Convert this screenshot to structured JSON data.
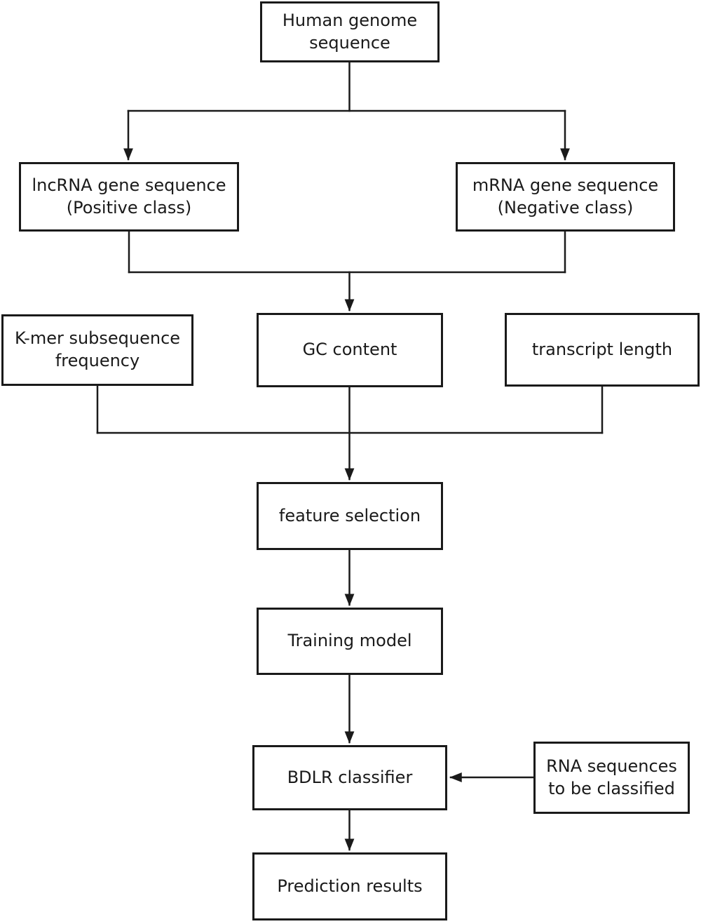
{
  "diagram": {
    "type": "flowchart",
    "background_color": "#ffffff",
    "line_color": "#1a1a1a",
    "box_border_color": "#1a1a1a",
    "box_fill_color": "#ffffff",
    "nodes": {
      "human_genome": {
        "label": "Human genome\nsequence"
      },
      "lncrna": {
        "label": "lncRNA gene sequence\n(Positive class)"
      },
      "mrna": {
        "label": "mRNA gene sequence\n(Negative class)"
      },
      "kmer": {
        "label": "K-mer subsequence\nfrequency"
      },
      "gc_content": {
        "label": "GC content"
      },
      "transcript_length": {
        "label": "transcript length"
      },
      "feature_selection": {
        "label": "feature selection"
      },
      "training_model": {
        "label": "Training model"
      },
      "bdlr_classifier": {
        "label": "BDLR classifier"
      },
      "rna_sequences": {
        "label": "RNA sequences\nto be classified"
      },
      "prediction_results": {
        "label": "Prediction results"
      }
    },
    "edges": [
      {
        "from": "human_genome",
        "to": "lncrna",
        "arrow": true
      },
      {
        "from": "human_genome",
        "to": "mrna",
        "arrow": true
      },
      {
        "from": "lncrna",
        "to": "gc_content",
        "arrow": true,
        "note": "merged with mrna branch"
      },
      {
        "from": "mrna",
        "to": "gc_content",
        "arrow": true,
        "note": "merged with lncrna branch"
      },
      {
        "from": "kmer",
        "to": "feature_selection",
        "arrow": true,
        "note": "merged with gc_content and transcript_length"
      },
      {
        "from": "gc_content",
        "to": "feature_selection",
        "arrow": true
      },
      {
        "from": "transcript_length",
        "to": "feature_selection",
        "arrow": true,
        "note": "merged with kmer and gc_content"
      },
      {
        "from": "feature_selection",
        "to": "training_model",
        "arrow": true
      },
      {
        "from": "training_model",
        "to": "bdlr_classifier",
        "arrow": true
      },
      {
        "from": "rna_sequences",
        "to": "bdlr_classifier",
        "arrow": true
      },
      {
        "from": "bdlr_classifier",
        "to": "prediction_results",
        "arrow": true
      }
    ]
  }
}
